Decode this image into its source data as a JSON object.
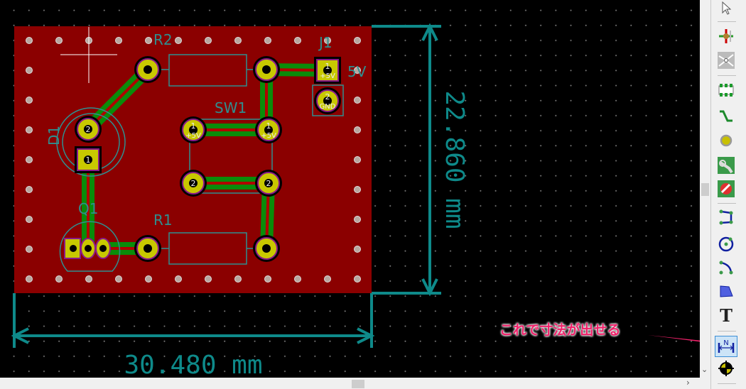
{
  "board": {
    "refs": {
      "r2": "R2",
      "j1": "J1",
      "j1_value": "5V",
      "sw1": "SW1",
      "d1": "D1",
      "q1": "Q1",
      "r1": "R1"
    },
    "pad_numbers": {
      "one": "1",
      "two": "2"
    },
    "net_names": {
      "plus5v": "+5V",
      "gnd": "GND"
    },
    "colors": {
      "copper_fill": "#8b0000",
      "track": "#0a8c0a",
      "pad": "#c8c800",
      "silk": "#2f8f8f",
      "dimension": "#0e8a8a"
    }
  },
  "dimensions": {
    "height": "22.860 mm",
    "width": "30.480 mm"
  },
  "annotation": "これで寸法が出せる",
  "toolbar": {
    "items": [
      {
        "name": "select-icon"
      },
      {
        "name": "highlight-net-icon"
      },
      {
        "name": "local-ratsnest-icon"
      },
      {
        "name": "add-footprint-icon"
      },
      {
        "name": "route-track-icon"
      },
      {
        "name": "add-via-icon"
      },
      {
        "name": "add-zone-icon"
      },
      {
        "name": "add-keepout-icon"
      },
      {
        "name": "draw-line-icon"
      },
      {
        "name": "draw-circle-icon"
      },
      {
        "name": "draw-arc-icon"
      },
      {
        "name": "draw-polygon-icon"
      },
      {
        "name": "add-text-icon"
      },
      {
        "name": "add-dimension-icon",
        "active": true
      },
      {
        "name": "set-origin-icon"
      }
    ],
    "text_glyph": "T",
    "dimension_glyph": "N"
  }
}
